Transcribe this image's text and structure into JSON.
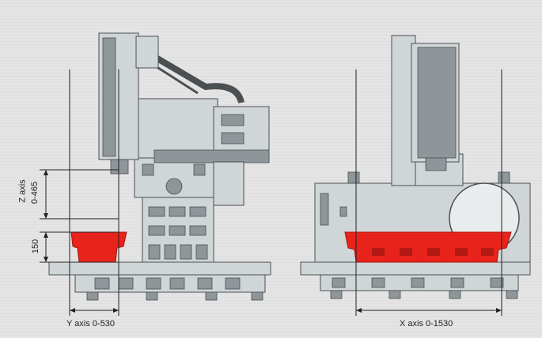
{
  "title": "U3",
  "labels": {
    "z_axis": "Z axis",
    "z_range": "0-465",
    "z_offset": "150",
    "y_axis": "Y axis 0-530",
    "x_axis": "X axis 0-1530"
  },
  "colors": {
    "title": "#e8231b",
    "table": "#e8231b",
    "machine_body": "#d0d6d8",
    "machine_dark": "#8e969a",
    "outline": "#4a4f52",
    "dimension_line": "#222222",
    "background": "#e4e4e4"
  }
}
